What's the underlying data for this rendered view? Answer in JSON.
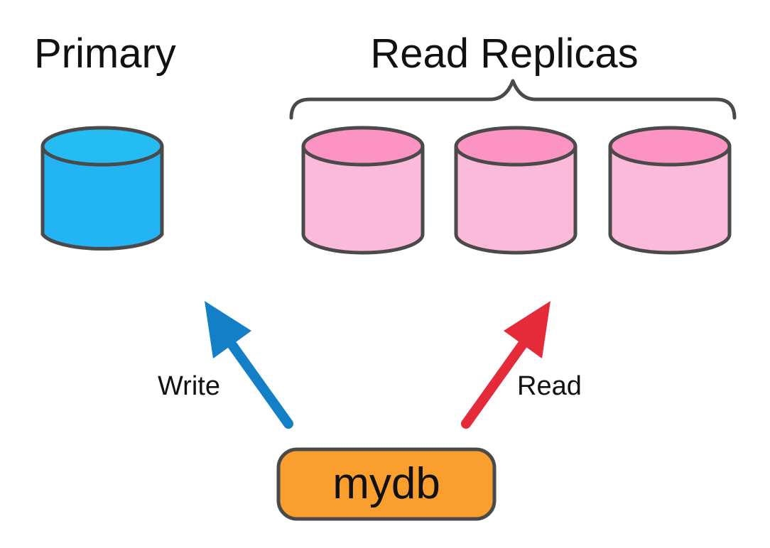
{
  "primary": {
    "title": "Primary",
    "fill_body": "#22b4f5",
    "fill_top": "#25bcf3"
  },
  "replicas": {
    "title": "Read Replicas",
    "count": 3,
    "fill_body": "#fbbad9",
    "fill_top": "#fb93c3"
  },
  "arrows": {
    "write": {
      "label": "Write",
      "color": "#127fc6"
    },
    "read": {
      "label": "Read",
      "color": "#e52a3a"
    }
  },
  "client": {
    "label": "mydb",
    "color": "#fa9f2d"
  },
  "outline_color": "#4a4a4a"
}
